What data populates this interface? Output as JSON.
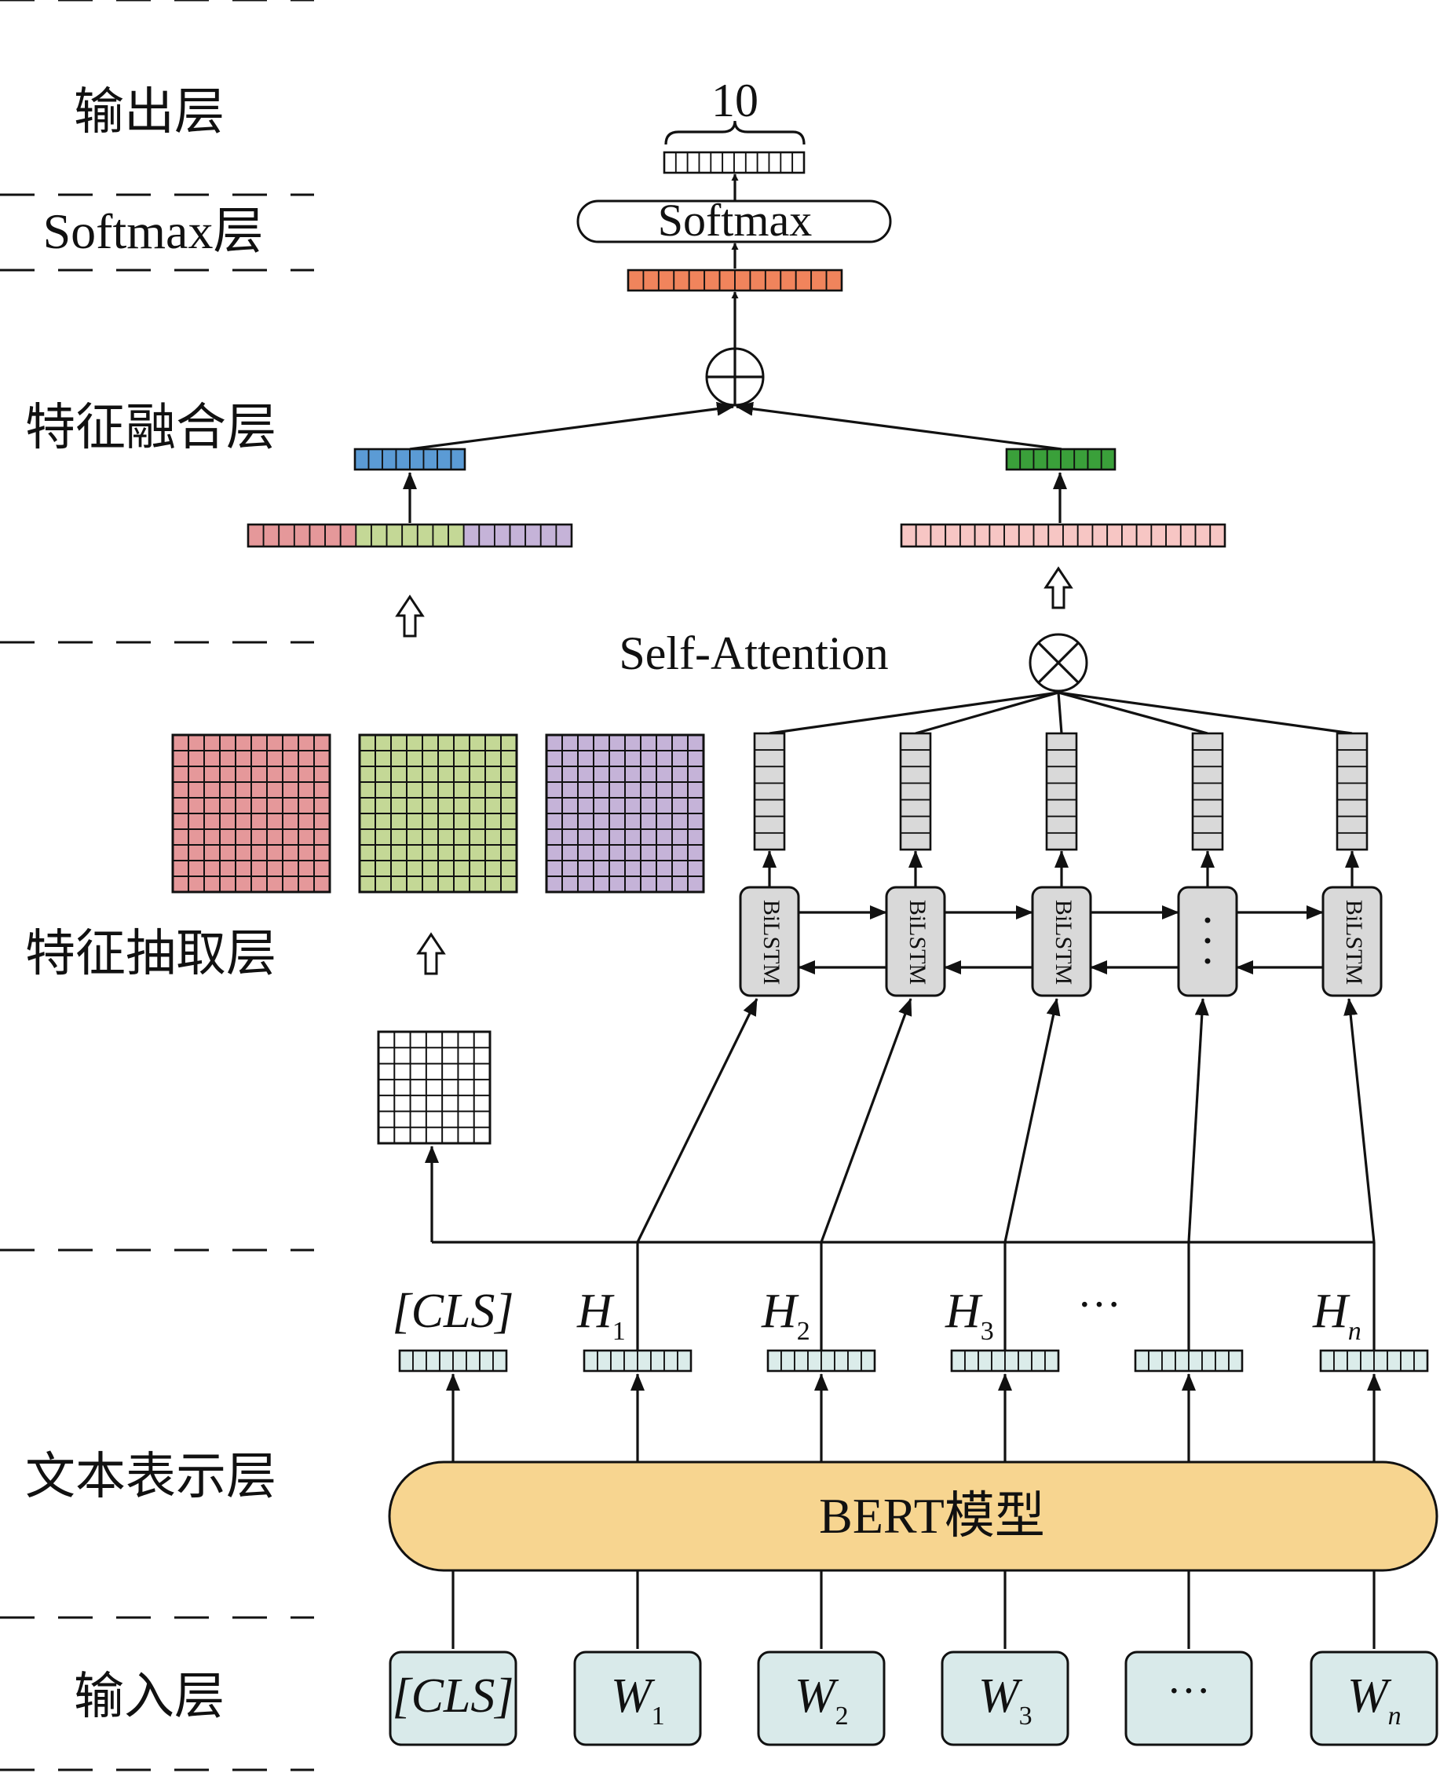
{
  "layers": {
    "output": "输出层",
    "softmax": "Softmax层",
    "fusion": "特征融合层",
    "extraction": "特征抽取层",
    "representation": "文本表示层",
    "input": "输入层"
  },
  "output_dim": "10",
  "softmax_label": "Softmax",
  "attention_label": "Self-Attention",
  "bilstm_label": "BiLSTM",
  "bert_label": "BERT模型",
  "colors": {
    "orange": "#f0845c",
    "blue": "#5b9bd5",
    "green": "#3aa03a",
    "pink": "#f7c6c4",
    "map_red": "#e5989a",
    "map_green": "#c4d896",
    "map_purple": "#c5b3d8",
    "token": "#dbecea",
    "input_box": "#d9eaea",
    "bert": "#f7d590",
    "bilstm": "#d9d9d9"
  },
  "hidden": {
    "cls": "[CLS]",
    "h1": {
      "base": "H",
      "sub": "1"
    },
    "h2": {
      "base": "H",
      "sub": "2"
    },
    "h3": {
      "base": "H",
      "sub": "3"
    },
    "ellipsis": "···",
    "hn": {
      "base": "H",
      "sub": "n"
    }
  },
  "inputs": {
    "cls": "[CLS]",
    "w1": {
      "base": "W",
      "sub": "1"
    },
    "w2": {
      "base": "W",
      "sub": "2"
    },
    "w3": {
      "base": "W",
      "sub": "3"
    },
    "ellipsis": "···",
    "wn": {
      "base": "W",
      "sub": "n"
    }
  },
  "operators": {
    "plus": "⊕",
    "times": "⊗"
  }
}
